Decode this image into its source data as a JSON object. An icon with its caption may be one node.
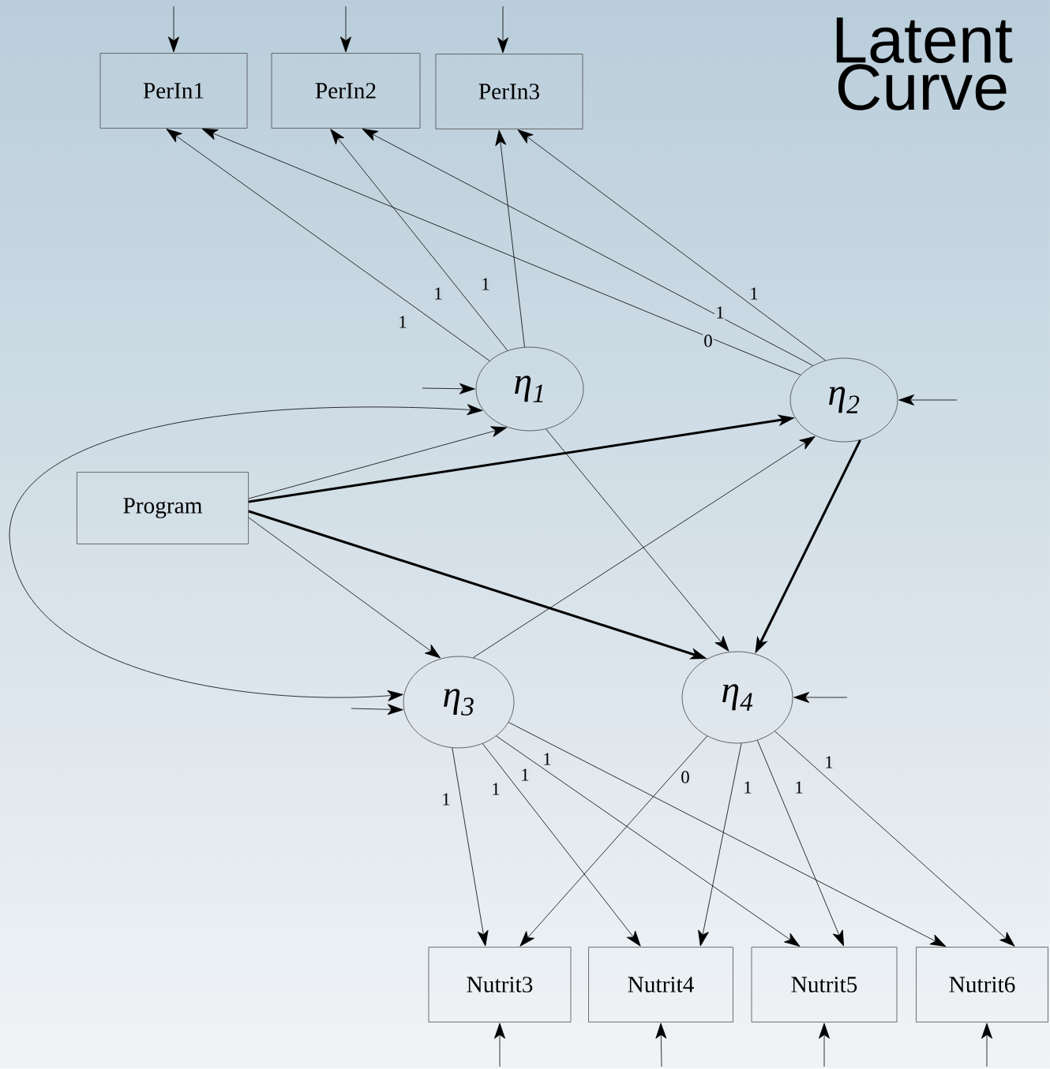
{
  "diagram": {
    "title": "Latent Curve",
    "nodes": [
      {
        "text": [
          "PerIn1"
        ]
      },
      {
        "text": [
          "PerIn2"
        ]
      },
      {
        "text": [
          "PerIn3"
        ]
      },
      {
        "text": [
          "η$_{1}$"
        ]
      },
      {
        "text": [
          "η$_{2}$"
        ]
      },
      {
        "text": [
          "Program"
        ]
      },
      {
        "text": [
          "η$_{3}$"
        ]
      },
      {
        "text": [
          "η$_{4}$"
        ]
      },
      {
        "text": [
          "Nutrit3"
        ]
      },
      {
        "text": [
          "Nutrit4"
        ]
      },
      {
        "text": [
          "Nutrit5"
        ]
      },
      {
        "text": [
          "Nutrit6"
        ]
      }
    ],
    "edges": [
      {
        "from": null,
        "to": 0,
        "arrow": "to"
      },
      {
        "from": null,
        "to": 1,
        "arrow": "to"
      },
      {
        "from": null,
        "to": 2,
        "arrow": "to"
      },
      {
        "from": null,
        "to": 3,
        "arrow": "to"
      },
      {
        "from": null,
        "to": 4,
        "arrow": "to"
      },
      {
        "from": null,
        "to": 6,
        "arrow": "to"
      },
      {
        "from": null,
        "to": 7,
        "arrow": "to"
      },
      {
        "from": null,
        "to": 8,
        "arrow": "to"
      },
      {
        "from": null,
        "to": 9,
        "arrow": "to"
      },
      {
        "from": null,
        "to": 10,
        "arrow": "to"
      },
      {
        "from": null,
        "to": 11,
        "arrow": "to"
      },
      {
        "from": 3,
        "to": 6,
        "arrow": "both"
      },
      {
        "from": 3,
        "to": 0,
        "arrow": "to",
        "label": "1"
      },
      {
        "from": 3,
        "to": 1,
        "arrow": "to",
        "label": "1"
      },
      {
        "from": 3,
        "to": 2,
        "arrow": "to",
        "label": "1"
      },
      {
        "from": 4,
        "to": 0,
        "arrow": "to",
        "label": "0"
      },
      {
        "from": 4,
        "to": 1,
        "arrow": "to",
        "label": "1"
      },
      {
        "from": 4,
        "to": 2,
        "arrow": "to",
        "label": "1"
      },
      {
        "from": 5,
        "to": 3,
        "arrow": "to"
      },
      {
        "from": 5,
        "to": 4,
        "arrow": "to",
        "style": "thick"
      },
      {
        "from": 5,
        "to": 6,
        "arrow": "to"
      },
      {
        "from": 5,
        "to": 7,
        "arrow": "to",
        "style": "thick"
      },
      {
        "from": 3,
        "to": 7,
        "arrow": "to"
      },
      {
        "from": 6,
        "to": 4,
        "arrow": "to"
      },
      {
        "from": 4,
        "to": 7,
        "arrow": "to",
        "style": "thick"
      },
      {
        "from": 6,
        "to": 8,
        "arrow": "to",
        "label": "1"
      },
      {
        "from": 6,
        "to": 9,
        "arrow": "to",
        "label": "1"
      },
      {
        "from": 6,
        "to": 10,
        "arrow": "to",
        "label": "1"
      },
      {
        "from": 6,
        "to": 11,
        "arrow": "to",
        "label": "1"
      },
      {
        "from": 7,
        "to": 8,
        "arrow": "to",
        "label": "0"
      },
      {
        "from": 7,
        "to": 9,
        "arrow": "to",
        "label": "1"
      },
      {
        "from": 7,
        "to": 10,
        "arrow": "to",
        "label": "1"
      },
      {
        "from": 7,
        "to": 11,
        "arrow": "to",
        "label": "1"
      }
    ]
  }
}
